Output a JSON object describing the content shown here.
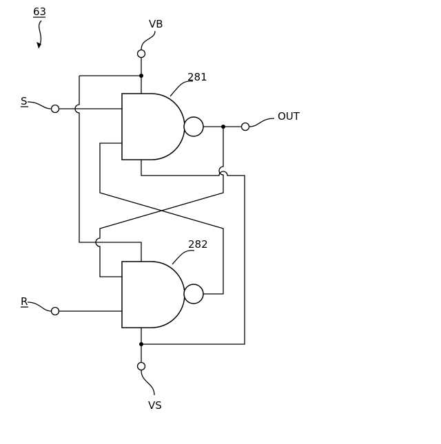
{
  "figure": {
    "ref": "63",
    "terminals": {
      "vb": "VB",
      "s": "S",
      "r": "R",
      "out": "OUT",
      "vs": "VS"
    },
    "gates": {
      "upper": "281",
      "lower": "282"
    }
  }
}
